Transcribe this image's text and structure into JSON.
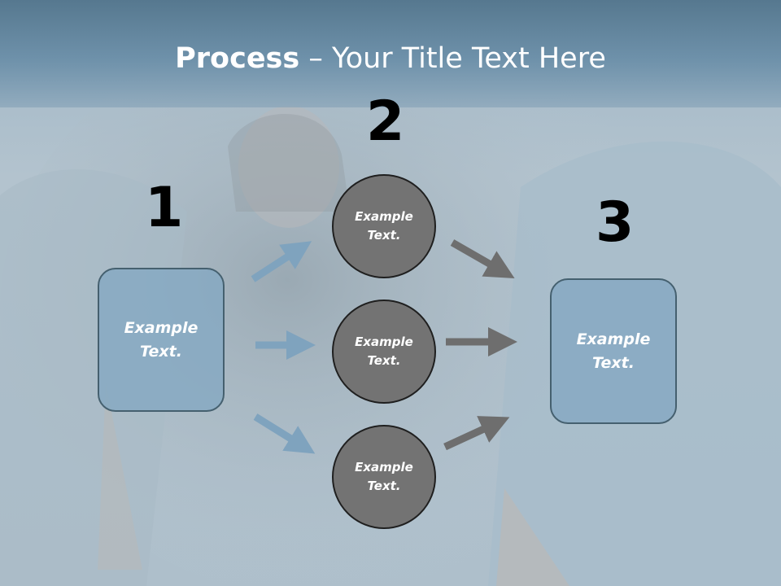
{
  "slide": {
    "title_bold": "Process",
    "title_rest": " – Your Title Text Here"
  },
  "steps": {
    "step1": {
      "number": "1",
      "text": "Example Text."
    },
    "step2": {
      "number": "2",
      "items": [
        {
          "text": "Example Text."
        },
        {
          "text": "Example Text."
        },
        {
          "text": "Example Text."
        }
      ]
    },
    "step3": {
      "number": "3",
      "text": "Example Text."
    }
  },
  "colors": {
    "box_fill": "#85a8c2",
    "box_border": "#45606f",
    "circle_fill": "#737373",
    "blue_arrow": "#7fa3be",
    "gray_arrow": "#6e6e6e"
  }
}
